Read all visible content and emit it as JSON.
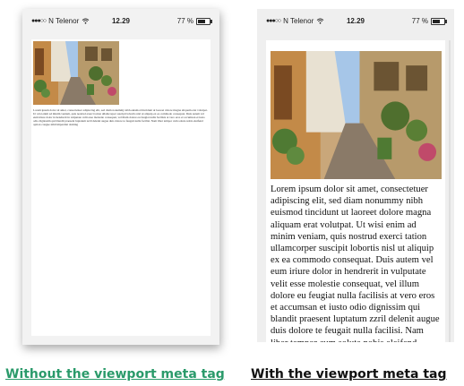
{
  "colors": {
    "caption_left": "#2a9a6a",
    "caption_right": "#111111",
    "phone_frame": "#f2f2f2"
  },
  "status_bar": {
    "carrier": "N Telenor",
    "time": "12.29",
    "battery": "77 %",
    "battery_level": 0.77,
    "signal_icon": "signal-dots-icon",
    "wifi_icon": "wifi-icon",
    "battery_icon": "battery-icon"
  },
  "article": {
    "text": "Lorem ipsum dolor sit amet, consectetuer adipiscing elit, sed diam nonummy nibh euismod tincidunt ut laoreet dolore magna aliquam erat volutpat. Ut wisi enim ad minim veniam, quis nostrud exerci tation ullamcorper suscipit lobortis nisl ut aliquip ex ea commodo consequat. Duis autem vel eum iriure dolor in hendrerit in vulputate velit esse molestie consequat, vel illum dolore eu feugiat nulla facilisis at vero eros et accumsan et iusto odio dignissim qui blandit praesent luptatum zzril delenit augue duis dolore te feugait nulla facilisi. Nam liber tempor cum soluta nobis eleifend option congue nihil imperdiet doming"
  },
  "captions": {
    "left": "Without the viewport meta tag",
    "right": "With the viewport meta tag"
  }
}
